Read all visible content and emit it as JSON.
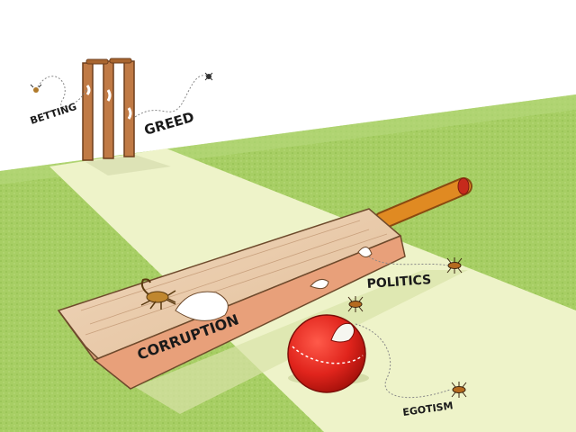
{
  "labels": {
    "betting": "BETTING",
    "greed": "GREED",
    "corruption": "CORRUPTION",
    "politics": "POLITICS",
    "egotism": "EGOTISM"
  },
  "colors": {
    "sky": "#ffffff",
    "grass": "#a6cd63",
    "grass_dark": "#7fae3f",
    "pitch": "#eef4c7",
    "wood": "#e8c7a6",
    "wood_dark": "#c98d64",
    "handle": "#e08a22",
    "ball": "#e0241c",
    "stumps": "#c07a45"
  }
}
